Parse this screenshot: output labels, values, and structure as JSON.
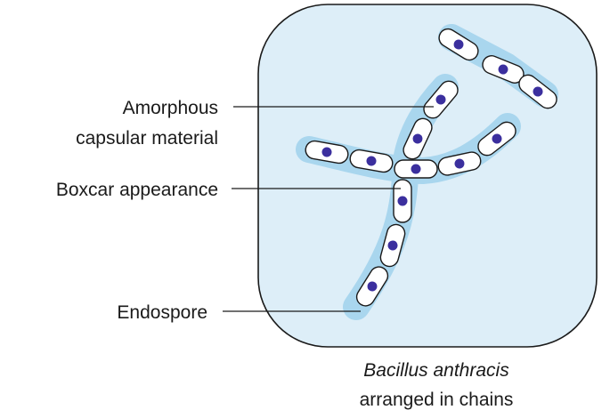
{
  "labels": {
    "capsule_line1": "Amorphous",
    "capsule_line2": "capsular material",
    "boxcar": "Boxcar appearance",
    "endospore": "Endospore"
  },
  "caption": {
    "line1": "Bacillus anthracis",
    "line2": "arranged in chains"
  },
  "colors": {
    "field_fill": "#ddeef8",
    "field_stroke": "#1a1a1a",
    "capsule_halo": "#a9d6ee",
    "cell_fill": "#ffffff",
    "cell_stroke": "#1a1a1a",
    "endospore": "#3b2f9e",
    "leader_line": "#1a1a1a"
  }
}
